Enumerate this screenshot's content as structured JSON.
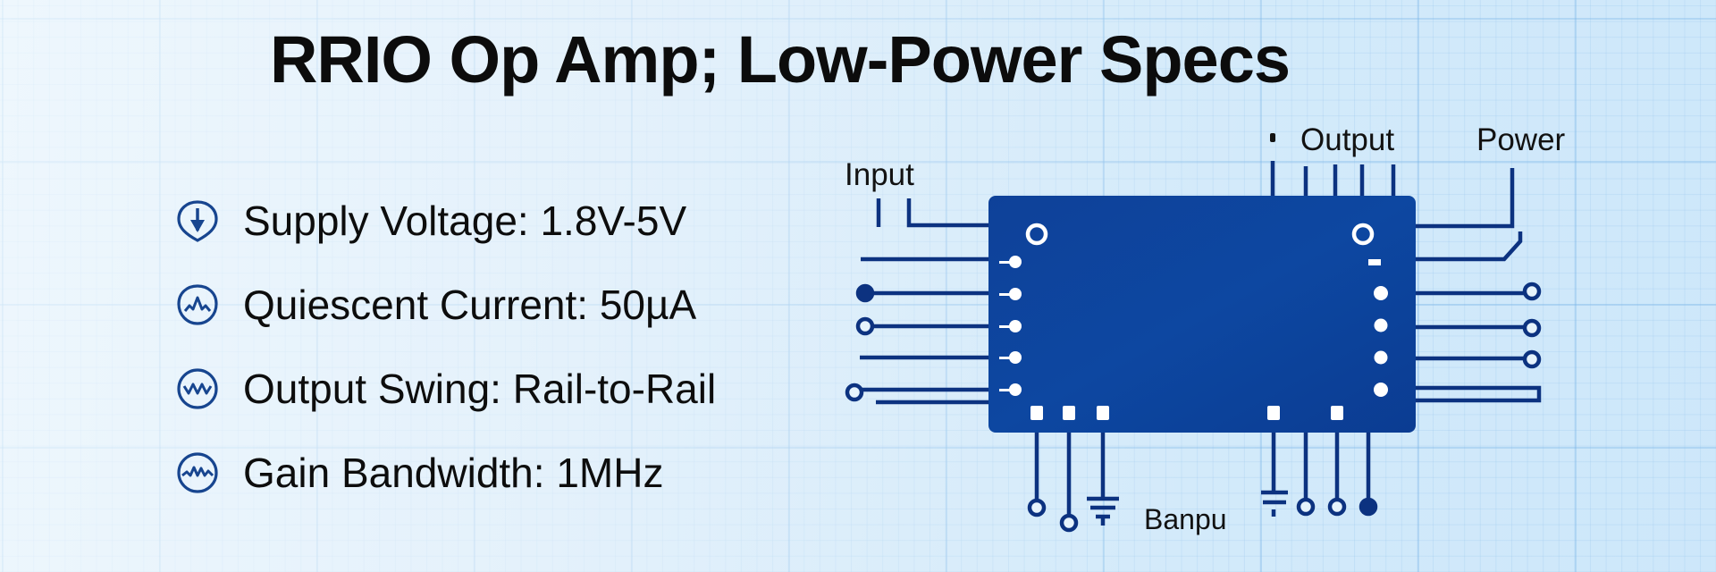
{
  "title": "RRIO Op Amp; Low-Power Specs",
  "colors": {
    "chip": "#0b3f96",
    "trace": "#0c3280",
    "text": "#0d0d0d",
    "icon": "#17458f"
  },
  "specs": [
    {
      "label": "Supply Voltage: 1.8V-5V",
      "icon": "arrow-down-circle-icon"
    },
    {
      "label": "Quiescent Current: 50µA",
      "icon": "waveform-circle-icon"
    },
    {
      "label": "Output Swing: Rail-to-Rail",
      "icon": "sine-wave-circle-icon"
    },
    {
      "label": "Gain Bandwidth: 1MHz",
      "icon": "signal-wave-circle-icon"
    }
  ],
  "diagram": {
    "labels": {
      "input": "Input",
      "output": "Output",
      "power": "Power",
      "bottom": "Banpu"
    }
  }
}
